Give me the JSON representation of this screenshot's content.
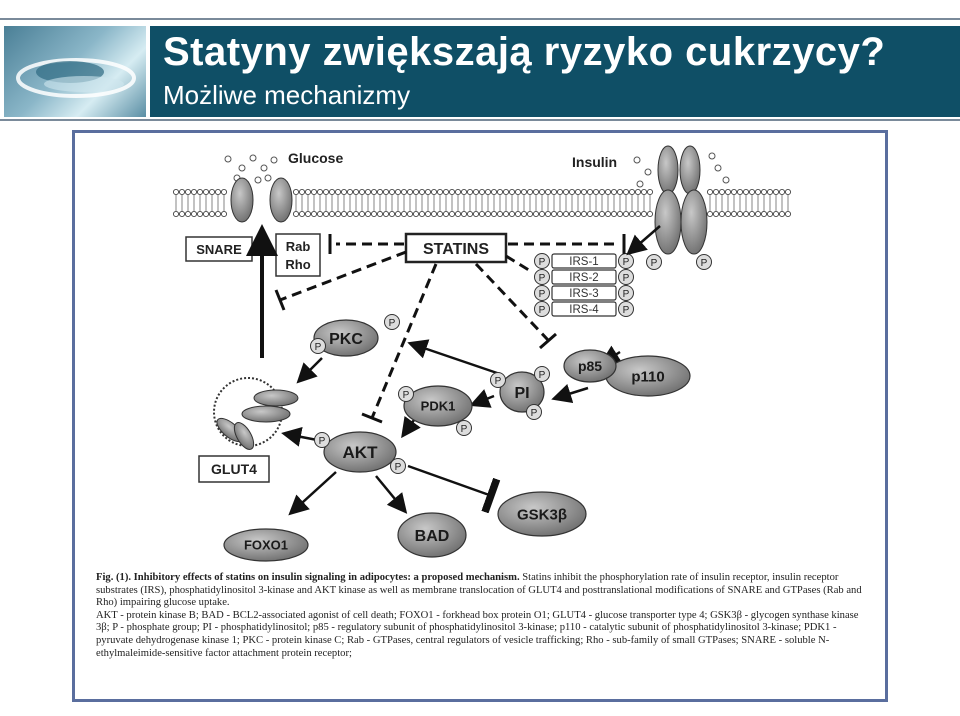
{
  "slide": {
    "title": "Statyny zwiększają ryzyko cukrzycy?",
    "subtitle": "Możliwe mechanizmy"
  },
  "diagram": {
    "labels": {
      "glucose": "Glucose",
      "insulin": "Insulin",
      "snare": "SNARE",
      "rab": "Rab",
      "rho": "Rho",
      "statins": "STATINS",
      "irs1": "IRS-1",
      "irs2": "IRS-2",
      "irs3": "IRS-3",
      "irs4": "IRS-4",
      "pkc": "PKC",
      "p85": "p85",
      "p110": "p110",
      "pi": "PI",
      "pdk1": "PDK1",
      "akt": "AKT",
      "glut4": "GLUT4",
      "gsk3b": "GSK3β",
      "foxo1": "FOXO1",
      "bad": "BAD",
      "phosphate": "P"
    }
  },
  "caption": {
    "lead": "Fig. (1). Inhibitory effects of statins on insulin signaling in adipocytes: a proposed mechanism.",
    "text1": " Statins inhibit the phosphorylation rate of insulin receptor, insulin receptor substrates (IRS), phosphatidylinositol 3-kinase and AKT kinase as well as membrane translocation of GLUT4 and posttranslational modifications of SNARE and GTPases (Rab and Rho) impairing glucose uptake.",
    "text2": "AKT - protein kinase B; BAD - BCL2-associated agonist of cell death; FOXO1 - forkhead box protein O1; GLUT4 - glucose transporter type 4; GSK3β - glycogen synthase kinase 3β; P - phosphate group; PI - phosphatidylinositol; p85 - regulatory subunit of phosphatidylinositol 3-kinase; p110 - catalytic subunit of phosphatidylinositol 3-kinase; PDK1 - pyruvate dehydrogenase kinase 1; PKC - protein kinase C; Rab - GTPases, central regulators of vesicle trafficking; Rho - sub-family of small GTPases; SNARE - soluble N-ethylmaleimide-sensitive factor attachment protein receptor;"
  },
  "colors": {
    "header_bg": "#0f4f66",
    "frame_border": "#5a6e9e",
    "protein_fill": "#8c8c8c"
  }
}
